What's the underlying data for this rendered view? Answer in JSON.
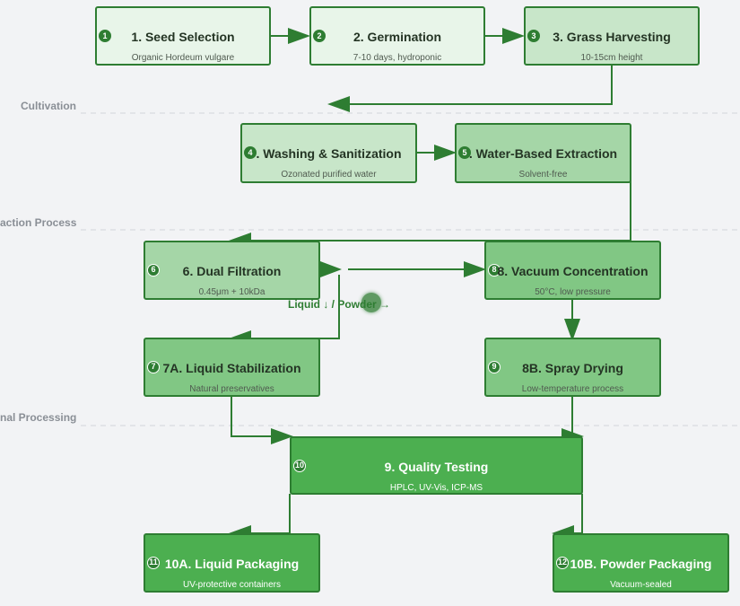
{
  "lanes": [
    "Cultivation",
    "action Process",
    "nal Processing"
  ],
  "nodes": [
    {
      "id": "n1",
      "num": "1",
      "title": "1. Seed Selection",
      "sub": "Organic Hordeum vulgare",
      "fill": "#e8f5e9"
    },
    {
      "id": "n2",
      "num": "2",
      "title": "2. Germination",
      "sub": "7-10 days, hydroponic",
      "fill": "#e8f5e9"
    },
    {
      "id": "n3",
      "num": "3",
      "title": "3. Grass Harvesting",
      "sub": "10-15cm height",
      "fill": "#c8e6c9"
    },
    {
      "id": "n4",
      "num": "4",
      "title": ". Washing & Sanitization",
      "sub": "Ozonated purified water",
      "fill": "#c8e6c9"
    },
    {
      "id": "n5",
      "num": "5",
      "title": ". Water-Based Extraction",
      "sub": "Solvent-free",
      "fill": "#a5d6a7"
    },
    {
      "id": "n6",
      "num": "6",
      "title": "6. Dual Filtration",
      "sub": "0.45μm + 10kDa",
      "fill": "#a5d6a7"
    },
    {
      "id": "n8a",
      "num": "8",
      "title": "8. Vacuum Concentration",
      "sub": "50°C, low pressure",
      "fill": "#81c784"
    },
    {
      "id": "n7a",
      "num": "7",
      "title": "7A. Liquid Stabilization",
      "sub": "Natural preservatives",
      "fill": "#81c784"
    },
    {
      "id": "n8b",
      "num": "9",
      "title": "8B. Spray Drying",
      "sub": "Low-temperature process",
      "fill": "#81c784"
    },
    {
      "id": "n9",
      "num": "10",
      "title": "9. Quality Testing",
      "sub": "HPLC, UV-Vis, ICP-MS",
      "fill": "#4caf50"
    },
    {
      "id": "n10a",
      "num": "11",
      "title": "10A. Liquid Packaging",
      "sub": "UV-protective containers",
      "fill": "#4caf50"
    },
    {
      "id": "n10b",
      "num": "12",
      "title": "10B. Powder Packaging",
      "sub": "Vacuum-sealed",
      "fill": "#4caf50"
    }
  ],
  "decision_label": "Liquid ↓ / Powder →",
  "colors": {
    "edge": "#2e7d32",
    "background": "#f2f3f5",
    "lane_line": "#dcdfe3"
  }
}
